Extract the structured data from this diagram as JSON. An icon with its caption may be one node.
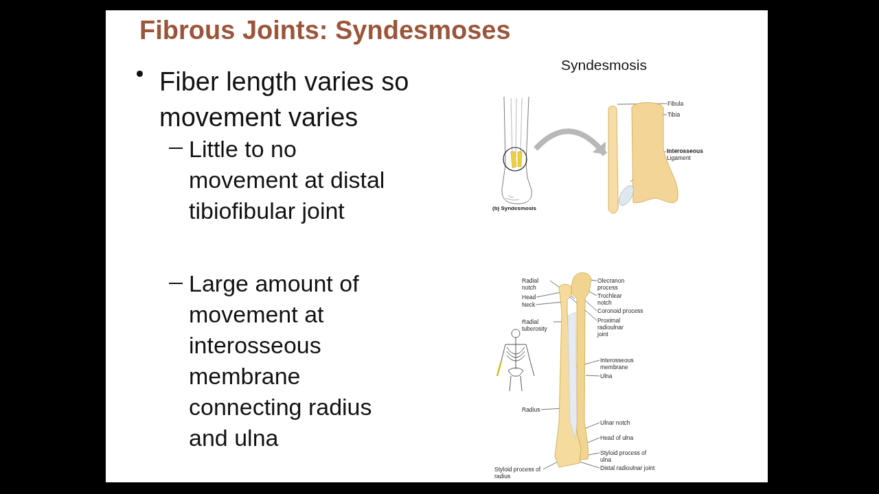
{
  "diagram": {
    "title": "Fibrous Joints: Syndesmoses",
    "nodes": [
      {
        "text": [],
        "shape": "picture",
        "beside": [
          "(b) Syndesmosis"
        ]
      },
      {
        "text": [],
        "shape": "picture"
      },
      {
        "text": [
          "Fibula"
        ]
      },
      {
        "text": [
          "Tibia"
        ]
      },
      {
        "text": [
          "**Interosseous** Ligament"
        ]
      },
      {
        "text": [
          "Radial notch"
        ]
      },
      {
        "text": [
          "Olecranon process"
        ]
      },
      {
        "text": [
          "Trochlear notch"
        ]
      },
      {
        "text": [
          "Head"
        ]
      },
      {
        "text": [
          "Neck"
        ]
      },
      {
        "text": [
          "Coronoid process"
        ]
      },
      {
        "text": [
          "Radial tuberosity"
        ]
      },
      {
        "text": [
          "Proximal radioulnar joint"
        ]
      },
      {
        "text": [
          "Interosseous membrane"
        ]
      },
      {
        "text": [
          "Ulna"
        ]
      },
      {
        "text": [
          "Radius"
        ]
      },
      {
        "text": [
          "Ulnar notch"
        ]
      },
      {
        "text": [
          "Head of ulna"
        ]
      },
      {
        "text": [
          "Styloid process of ulna"
        ]
      },
      {
        "text": [
          "Distal radioulnar joint"
        ]
      },
      {
        "text": [
          "Styloid process of radius"
        ]
      }
    ],
    "edges": [
      {
        "from": 0,
        "to": 1,
        "arrow": "to",
        "style": "thick",
        "color": "#b8b8b8"
      },
      {
        "from": 2,
        "to": 1,
        "arrow": "none"
      },
      {
        "from": 3,
        "to": 1,
        "arrow": "none"
      },
      {
        "from": 4,
        "to": 1,
        "arrow": "none"
      },
      {
        "from": 5,
        "to": null,
        "arrow": "none"
      },
      {
        "from": 6,
        "to": null,
        "arrow": "none"
      },
      {
        "from": 7,
        "to": null,
        "arrow": "none"
      },
      {
        "from": 8,
        "to": null,
        "arrow": "none"
      },
      {
        "from": 9,
        "to": null,
        "arrow": "none"
      },
      {
        "from": 10,
        "to": null,
        "arrow": "none"
      },
      {
        "from": 11,
        "to": null,
        "arrow": "none"
      },
      {
        "from": 12,
        "to": null,
        "arrow": "none"
      },
      {
        "from": 13,
        "to": null,
        "arrow": "none"
      },
      {
        "from": 14,
        "to": null,
        "arrow": "none"
      },
      {
        "from": 15,
        "to": null,
        "arrow": "none"
      },
      {
        "from": 16,
        "to": null,
        "arrow": "none"
      },
      {
        "from": 17,
        "to": null,
        "arrow": "none"
      },
      {
        "from": 18,
        "to": null,
        "arrow": "none"
      },
      {
        "from": 19,
        "to": null,
        "arrow": "none"
      },
      {
        "from": 20,
        "to": null,
        "arrow": "none"
      }
    ],
    "labels": [
      "Fiber length varies so movement varies",
      "Little to no movement at distal tibiofibular joint",
      "Large amount of movement at interosseous membrane connecting radius and ulna",
      "Syndesmosis"
    ]
  }
}
